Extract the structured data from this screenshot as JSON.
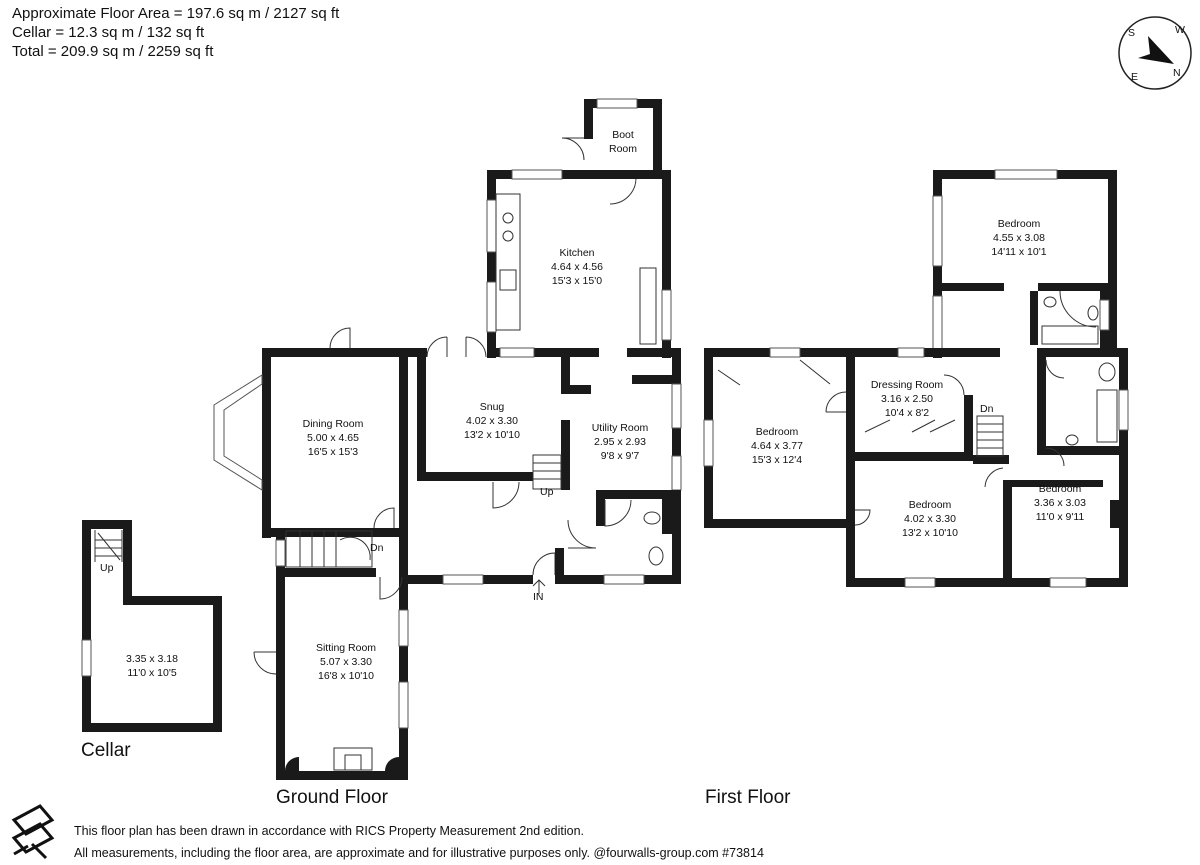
{
  "summary": [
    "Approximate Floor Area = 197.6 sq m / 2127 sq ft",
    "Cellar = 12.3 sq m / 132 sq ft",
    "Total = 209.9 sq m / 2259 sq ft"
  ],
  "compass": {
    "n": "N",
    "s": "S",
    "e": "E",
    "w": "W"
  },
  "rooms": {
    "boot": {
      "name": "Boot",
      "name2": "Room"
    },
    "kitchen": {
      "name": "Kitchen",
      "metric": "4.64 x 4.56",
      "imperial": "15'3 x 15'0"
    },
    "dining": {
      "name": "Dining Room",
      "metric": "5.00 x 4.65",
      "imperial": "16'5 x 15'3"
    },
    "snug": {
      "name": "Snug",
      "metric": "4.02 x 3.30",
      "imperial": "13'2 x 10'10"
    },
    "utility": {
      "name": "Utility Room",
      "metric": "2.95 x 2.93",
      "imperial": "9'8 x 9'7"
    },
    "sitting": {
      "name": "Sitting Room",
      "metric": "5.07 x 3.30",
      "imperial": "16'8 x 10'10"
    },
    "cellar": {
      "metric": "3.35 x 3.18",
      "imperial": "11'0 x 10'5"
    },
    "bed1": {
      "name": "Bedroom",
      "metric": "4.55 x 3.08",
      "imperial": "14'11 x 10'1"
    },
    "dressing": {
      "name": "Dressing Room",
      "metric": "3.16 x 2.50",
      "imperial": "10'4 x 8'2"
    },
    "bed2": {
      "name": "Bedroom",
      "metric": "4.64 x 3.77",
      "imperial": "15'3 x 12'4"
    },
    "bed3": {
      "name": "Bedroom",
      "metric": "4.02 x 3.30",
      "imperial": "13'2 x 10'10"
    },
    "bed4": {
      "name": "Bedroom",
      "metric": "3.36 x 3.03",
      "imperial": "11'0 x 9'11"
    }
  },
  "stairs": {
    "up": "Up",
    "dn": "Dn",
    "in": "IN"
  },
  "floors": {
    "ground": "Ground Floor",
    "first": "First Floor",
    "cellar": "Cellar"
  },
  "footer": [
    "This floor plan has been drawn in accordance with RICS Property Measurement 2nd edition.",
    "All measurements, including the floor area, are approximate and for illustrative purposes only. @fourwalls-group.com #73814"
  ]
}
